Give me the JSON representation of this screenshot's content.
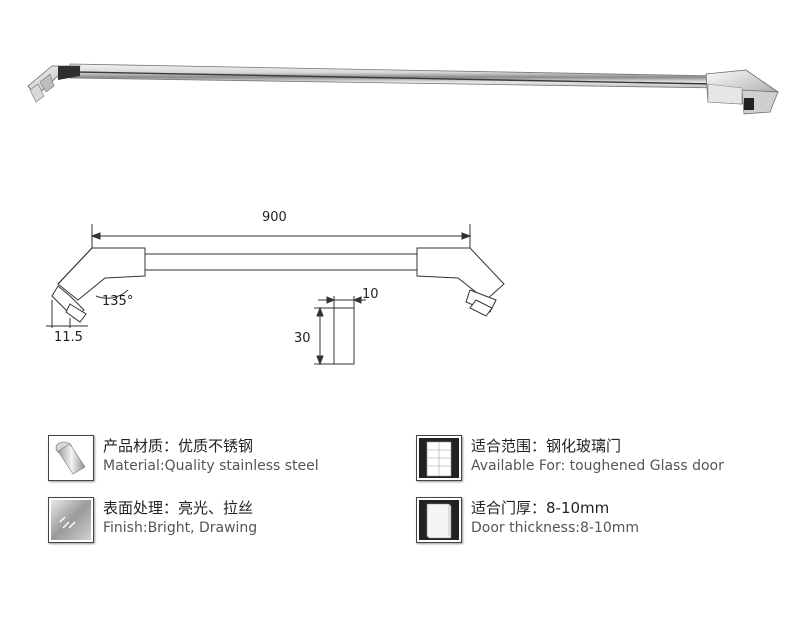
{
  "diagram": {
    "length_label": "900",
    "angle_label": "135°",
    "offset_label": "11.5",
    "thickness_label": "10",
    "height_label": "30"
  },
  "specs": [
    {
      "cn": "产品材质：优质不锈钢",
      "en": "Material:Quality stainless steel",
      "icon": "cylinder-icon"
    },
    {
      "cn": "适合范围：钢化玻璃门",
      "en": "Available For: toughened Glass door",
      "icon": "glass-door-icon"
    },
    {
      "cn": "表面处理：亮光、拉丝",
      "en": "Finish:Bright, Drawing",
      "icon": "brushed-surface-icon"
    },
    {
      "cn": "适合门厚：8-10mm",
      "en": "Door thickness:8-10mm",
      "icon": "glass-panel-icon"
    }
  ]
}
